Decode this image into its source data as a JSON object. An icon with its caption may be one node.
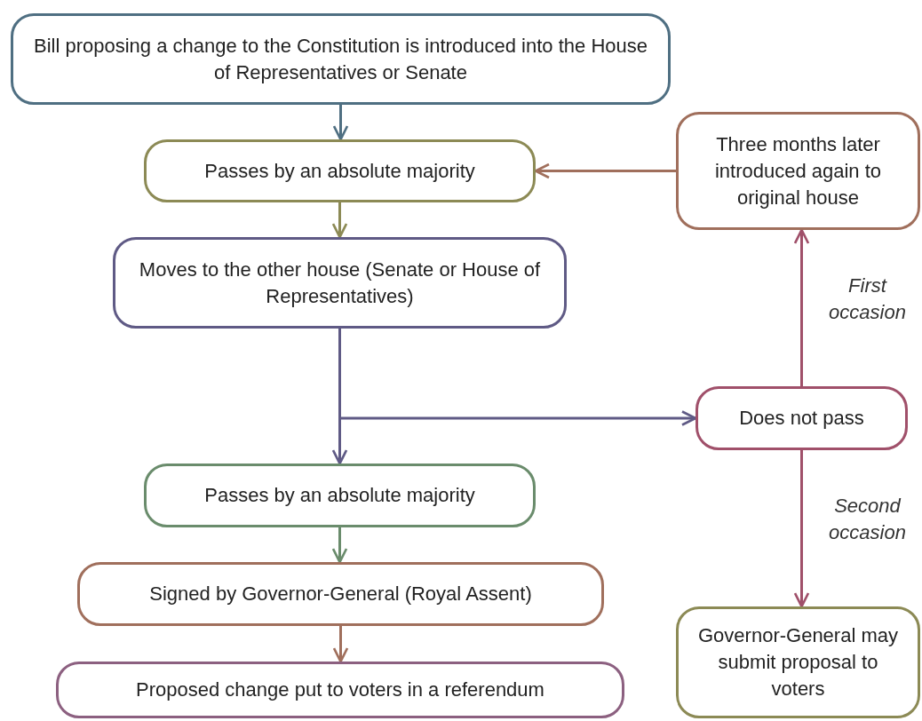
{
  "diagram": {
    "nodes": [
      {
        "text": [
          "Bill proposing a change to the Constitution is introduced into the House of Representatives or Senate"
        ]
      },
      {
        "text": [
          "Passes by an absolute majority"
        ]
      },
      {
        "text": [
          "Moves to the other house (Senate or House of Representatives)"
        ]
      },
      {
        "text": [
          "Passes by an absolute majority"
        ]
      },
      {
        "text": [
          "Signed by Governor-General (Royal Assent)"
        ]
      },
      {
        "text": [
          "Proposed change put to voters in a referendum"
        ]
      },
      {
        "text": [
          "Three months later introduced again to original house"
        ]
      },
      {
        "text": [
          "Does not pass"
        ]
      },
      {
        "text": [
          "Governor-General may submit proposal to voters"
        ]
      }
    ],
    "edges": [
      {
        "from": 0,
        "to": 1,
        "arrow": "to",
        "color": "#4f6f82"
      },
      {
        "from": 1,
        "to": 2,
        "arrow": "to",
        "color": "#8c8a55"
      },
      {
        "from": 2,
        "to": 3,
        "arrow": "to",
        "color": "#5f5a85"
      },
      {
        "from": 2,
        "to": 7,
        "arrow": "to",
        "color": "#5f5a85"
      },
      {
        "from": 3,
        "to": 4,
        "arrow": "to",
        "color": "#6a8c6c"
      },
      {
        "from": 4,
        "to": 5,
        "arrow": "to",
        "color": "#a06f5c"
      },
      {
        "from": 7,
        "to": 6,
        "arrow": "to",
        "label": "First occasion",
        "color": "#a0506a"
      },
      {
        "from": 6,
        "to": 1,
        "arrow": "to",
        "color": "#a06f5c"
      },
      {
        "from": 7,
        "to": 8,
        "arrow": "to",
        "label": "Second occasion",
        "color": "#a0506a"
      }
    ]
  }
}
